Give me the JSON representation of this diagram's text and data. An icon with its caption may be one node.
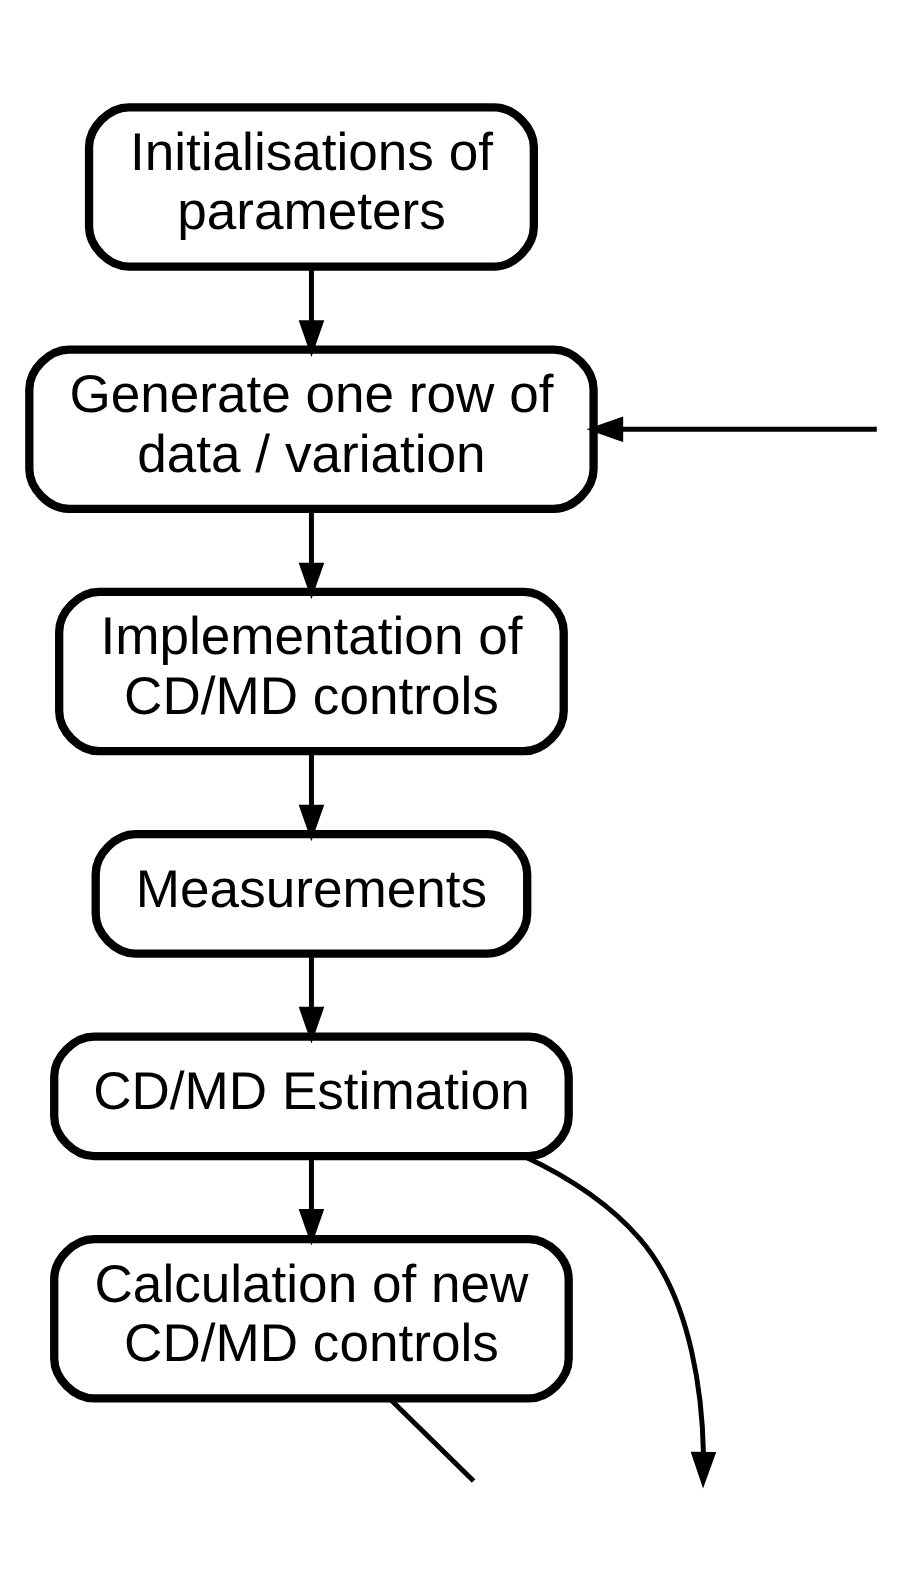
{
  "diagram": {
    "nodes": [
      {
        "text": [
          "Initialisations of parameters"
        ]
      },
      {
        "text": [
          "Generate one row of data / variation"
        ]
      },
      {
        "text": [
          "Implementation of CD/MD controls"
        ]
      },
      {
        "text": [
          "Measurements"
        ]
      },
      {
        "text": [
          "CD/MD Estimation"
        ]
      },
      {
        "text": [
          "Calculation of new CD/MD controls"
        ]
      }
    ],
    "edges": [
      {
        "from": 0,
        "to": 1,
        "arrow": "to"
      },
      {
        "from": null,
        "to": 1,
        "arrow": "to"
      },
      {
        "from": 1,
        "to": 2,
        "arrow": "to"
      },
      {
        "from": 2,
        "to": 3,
        "arrow": "to"
      },
      {
        "from": 3,
        "to": 4,
        "arrow": "to"
      },
      {
        "from": 4,
        "to": 5,
        "arrow": "to"
      },
      {
        "from": 4,
        "to": null,
        "arrow": "to"
      },
      {
        "from": 5,
        "to": null,
        "arrow": "none"
      }
    ]
  }
}
